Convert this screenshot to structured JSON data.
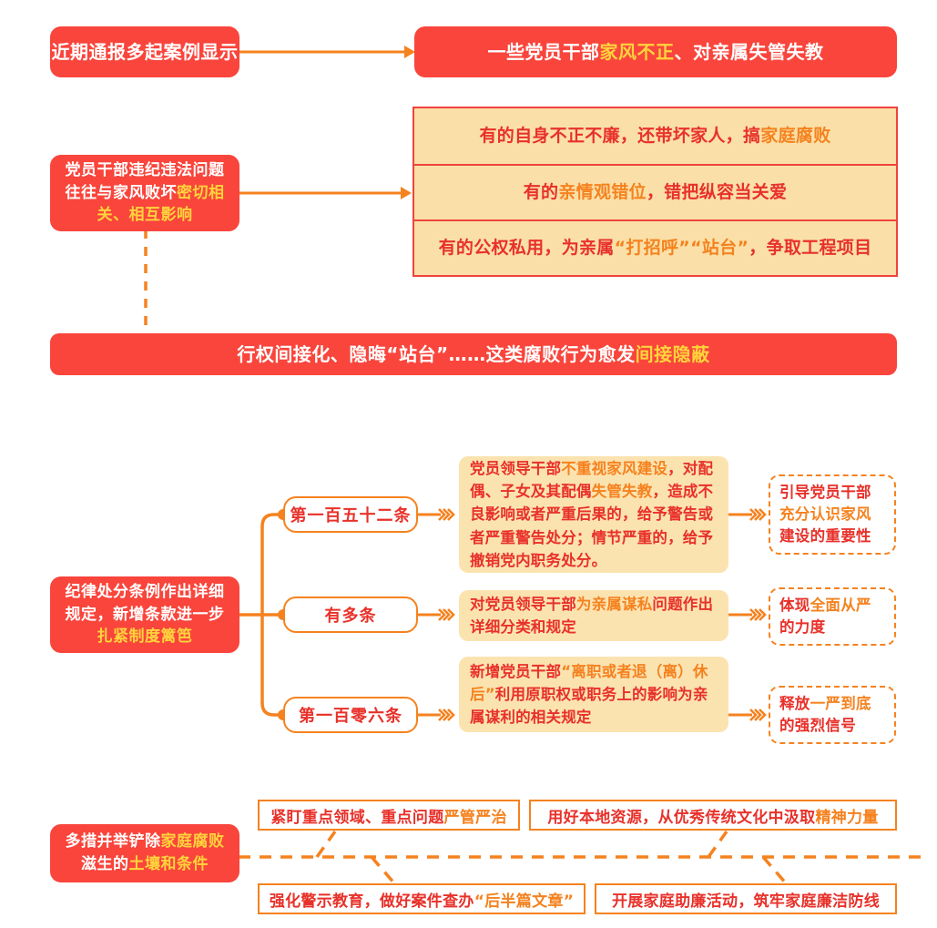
{
  "section1": {
    "source_box": "近期通报多起案例显示",
    "target_box": {
      "pre": "一些党员干部",
      "highlight": "家风不正",
      "post": "、对亲属失管失教"
    }
  },
  "section2": {
    "source_box": {
      "line1": "党员干部违纪违法问题",
      "line2_pre": "往往与家风败坏",
      "line2_hl": "密切相",
      "line3_hl": "关、相互影响"
    },
    "rows": [
      {
        "pre": "有的自身不正不廉，还带坏家人，搞",
        "highlight": "家庭腐败",
        "post": ""
      },
      {
        "pre": "有的",
        "highlight": "亲情观错位",
        "post": "，错把纵容当关爱"
      },
      {
        "pre": "有的公权私用，为亲属",
        "highlight": "“打招呼”“站台”",
        "post": "，争取工程项目"
      }
    ],
    "banner": {
      "pre": "行权间接化、隐晦“站台”……这类腐败行为愈发",
      "highlight": "间接隐蔽"
    }
  },
  "section3": {
    "source_box": {
      "line1": "纪律处分条例作出详细",
      "line2": "规定，新增条款进一步",
      "line3_hl": "扎紧制度篱笆"
    },
    "branches": [
      {
        "label": "第一百五十二条",
        "detail": {
          "p1": "党员领导干部",
          "h1": "不重视家风建设",
          "p2": "，对配偶、子女及其配偶",
          "h2": "失管失教",
          "p3": "，造成不良影响或者严重后果的，给予警告或者严重警告处分；情节严重的，给予撤销党内职务处分。"
        },
        "outcome": {
          "p1": "引导党员干部",
          "h1": "充分认识家风",
          "p2": "建设的重要性"
        }
      },
      {
        "label": "有多条",
        "detail": {
          "p1": "对党员领导干部",
          "h1": "为亲属谋私",
          "p2": "问题作出详细分类和规定",
          "h2": "",
          "p3": ""
        },
        "outcome": {
          "p1": "体现",
          "h1": "全面从严",
          "p2": "的力度"
        }
      },
      {
        "label": "第一百零六条",
        "detail": {
          "p1": "新增党员干部",
          "h1": "“离职或者退（离）休后”",
          "p2": "利用原职权或职务上的影响为亲属谋利的相关规定",
          "h2": "",
          "p3": ""
        },
        "outcome": {
          "p1": "释放",
          "h1": "一严到底",
          "p2": "的强烈信号"
        }
      }
    ]
  },
  "section4": {
    "source_box": {
      "line1_pre": "多措并举铲除",
      "line1_hl": "家庭腐败",
      "line2_pre": "滋生的",
      "line2_hl": "土壤和条件"
    },
    "measures_top": [
      {
        "pre": "紧盯重点领域、重点问题",
        "highlight": "严管严治",
        "post": ""
      },
      {
        "pre": "用好本地资源，从优秀传统文化中汲取",
        "highlight": "精神力量",
        "post": ""
      }
    ],
    "measures_bottom": [
      {
        "pre": "强化警示教育，做好案件查办",
        "highlight": "“后半篇文章”",
        "post": ""
      },
      {
        "pre": "开展家庭助廉活动，筑牢家庭廉洁防线",
        "highlight": "",
        "post": ""
      }
    ]
  },
  "colors": {
    "red": "#F9453C",
    "orange": "#F5821F",
    "yellow": "#FFD43B",
    "cream": "#FAE0A8",
    "deep_red": "#E8312A"
  },
  "icons": {
    "arrow_right": "arrow-right-icon",
    "chevron_arrow": "triple-chevron-arrow-icon",
    "bracket": "bracket-connector-icon",
    "dashed_line": "dashed-connector-icon"
  }
}
